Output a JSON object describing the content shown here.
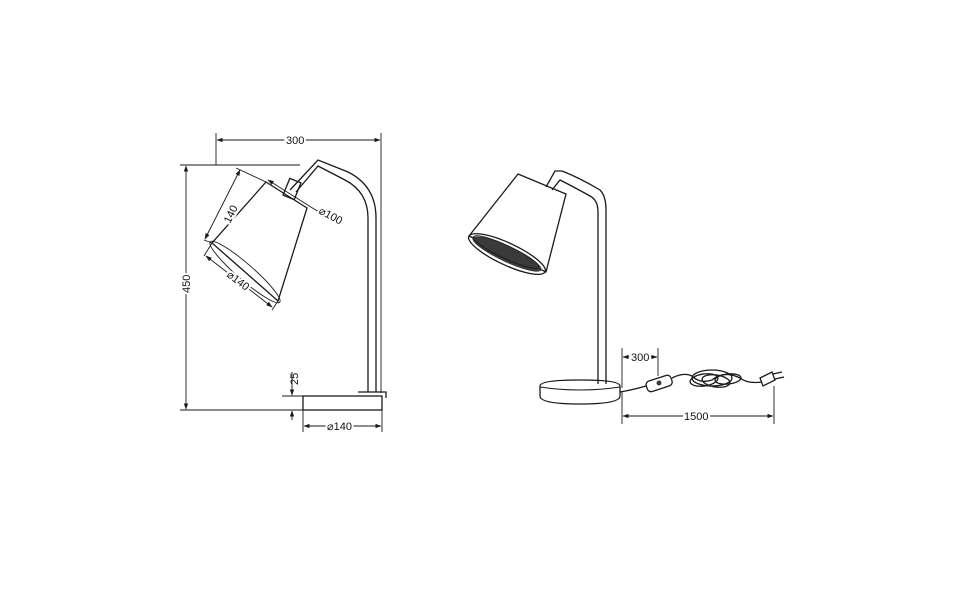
{
  "side_view": {
    "dim_width": "300",
    "dim_height": "450",
    "dim_shade_length": "140",
    "dim_shade_top": "⌀100",
    "dim_shade_bottom": "⌀140",
    "dim_base_height": "25",
    "dim_base_diameter": "⌀140"
  },
  "perspective_view": {
    "dim_switch_distance": "300",
    "dim_cable_length": "1500"
  }
}
